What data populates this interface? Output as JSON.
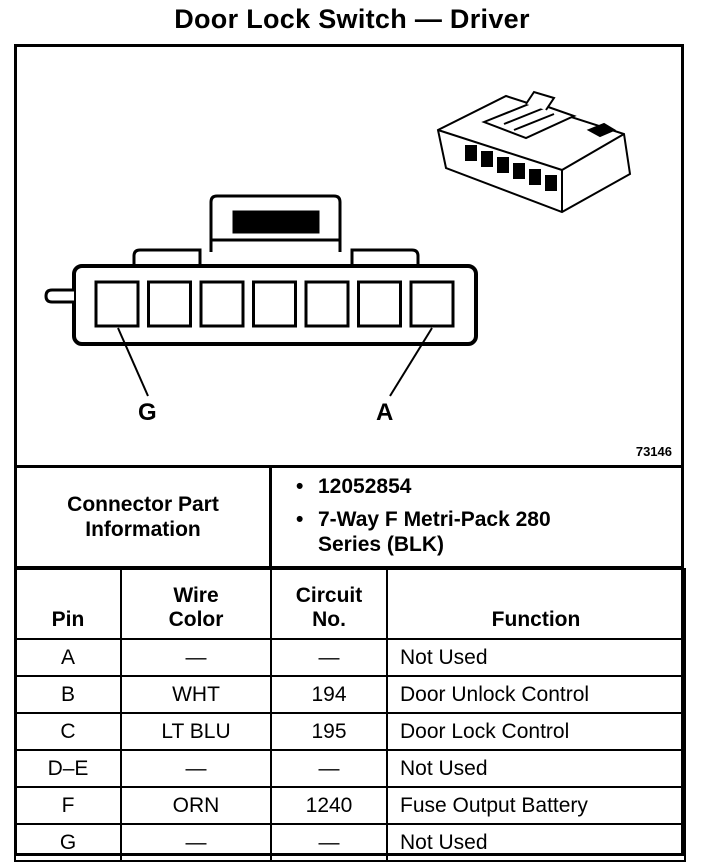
{
  "title": "Door Lock Switch — Driver",
  "diagram": {
    "pin_left_label": "G",
    "pin_right_label": "A",
    "figure_number": "73146",
    "cavities": 7
  },
  "connector_info": {
    "heading": "Connector Part Information",
    "items": [
      "12052854",
      "7-Way F Metri-Pack 280 Series (BLK)"
    ]
  },
  "table": {
    "headers": {
      "pin": "Pin",
      "wire_color": "Wire Color",
      "circuit": "Circuit No.",
      "function": "Function"
    },
    "rows": [
      {
        "pin": "A",
        "wire": "—",
        "circuit": "—",
        "function": "Not Used"
      },
      {
        "pin": "B",
        "wire": "WHT",
        "circuit": "194",
        "function": "Door Unlock Control"
      },
      {
        "pin": "C",
        "wire": "LT BLU",
        "circuit": "195",
        "function": "Door Lock Control"
      },
      {
        "pin": "D–E",
        "wire": "—",
        "circuit": "—",
        "function": "Not Used"
      },
      {
        "pin": "F",
        "wire": "ORN",
        "circuit": "1240",
        "function": "Fuse Output Battery"
      },
      {
        "pin": "G",
        "wire": "—",
        "circuit": "—",
        "function": "Not Used"
      }
    ]
  }
}
